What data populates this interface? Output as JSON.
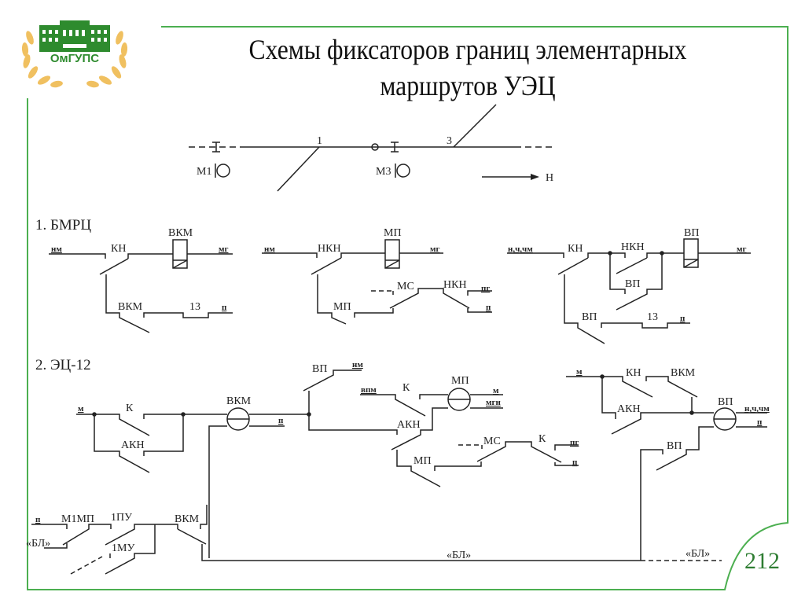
{
  "slide": {
    "title_line1": "Схемы фиксаторов границ элементарных",
    "title_line2": "маршрутов УЭЦ",
    "page_number": "212",
    "logo_text": "ОмГУПС",
    "frame_color": "#4caf50",
    "logo_green": "#2e8b2e",
    "logo_gold": "#f0c060"
  },
  "track_plan": {
    "switch_1": "1",
    "switch_3": "3",
    "signal_m1": "М1",
    "signal_m3": "М3",
    "direction": "Н"
  },
  "section1": {
    "heading": "1. БМРЦ",
    "circuit_a": {
      "in": "нм",
      "contact_kn": "КН",
      "relay": "ВКМ",
      "out": "мг",
      "contact_vkm": "ВКМ",
      "contact_13": "13",
      "out2": "п"
    },
    "circuit_b": {
      "in": "нм",
      "contact_nkn": "НКН",
      "relay": "МП",
      "out": "мг",
      "contact_mp": "МП",
      "contact_mc": "МС",
      "contact_nkn2": "НКН",
      "out_pg": "пг",
      "out_p": "п"
    },
    "circuit_c": {
      "in": "н,ч,чм",
      "contact_kn": "КН",
      "contact_nkn": "НКН",
      "contact_vp": "ВП",
      "relay": "ВП",
      "out": "мг",
      "contact_vp2": "ВП",
      "contact_13": "13",
      "out2": "п"
    }
  },
  "section2": {
    "heading": "2. ЭЦ-12",
    "circuit_a": {
      "in": "м",
      "contact_k": "К",
      "contact_akn": "АКН",
      "relay": "ВКМ",
      "out": "п"
    },
    "circuit_b": {
      "contact_vp": "ВП",
      "out_nm": "нм",
      "in_vpm": "впм",
      "contact_k": "К",
      "relay": "МП",
      "out_m": "м",
      "out_mgn": "мгн",
      "contact_akn": "АКН",
      "contact_mp": "МП",
      "contact_mc": "МС",
      "contact_k2": "К",
      "out_pg": "пг",
      "out_p": "п"
    },
    "circuit_c": {
      "in": "м",
      "contact_kn": "КН",
      "contact_vkm": "ВКМ",
      "contact_akn": "АКН",
      "relay": "ВП",
      "out_nchm": "н,ч,чм",
      "out_p": "п",
      "contact_vp": "ВП"
    },
    "circuit_d": {
      "in": "п",
      "contact_m1mp": "М1МП",
      "contact_1pu": "1ПУ",
      "contact_1mu": "1МУ",
      "contact_vkm": "ВКМ",
      "bl_left": "«БЛ»",
      "bl_mid": "«БЛ»",
      "bl_right": "«БЛ»"
    }
  }
}
